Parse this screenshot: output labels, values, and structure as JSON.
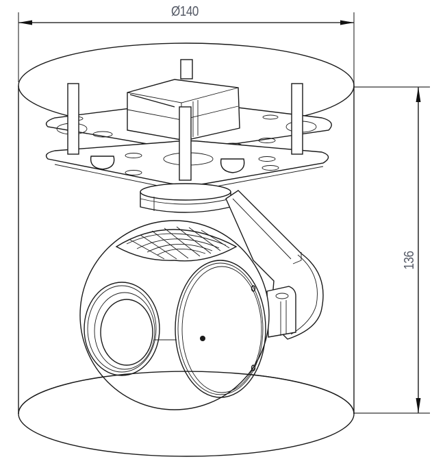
{
  "drawing": {
    "subject": "gimbal camera",
    "envelope_shape": "cylinder"
  },
  "dimensions": {
    "diameter": {
      "symbol": "Ø",
      "value": "140",
      "label": "Ø140"
    },
    "height": {
      "value": "136",
      "label": "136"
    }
  },
  "colors": {
    "line": "#1a1a1a",
    "dimension_text": "#555a66",
    "background": "#ffffff"
  }
}
